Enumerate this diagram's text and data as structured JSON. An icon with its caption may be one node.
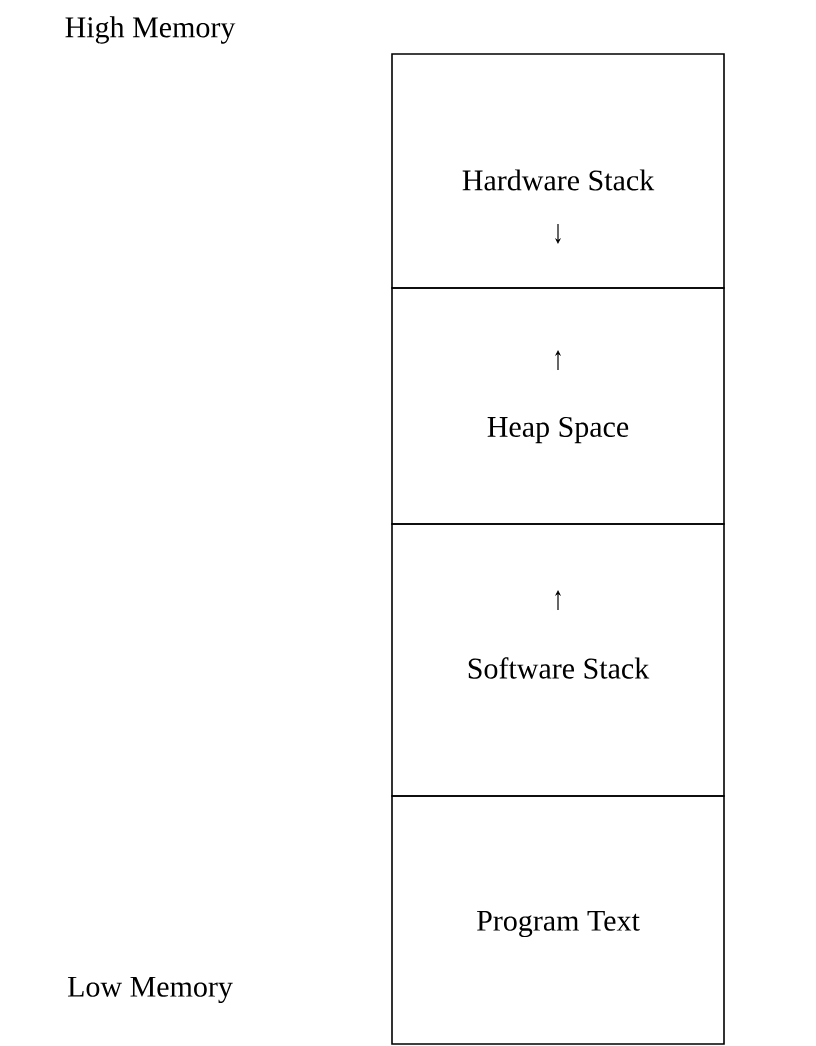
{
  "diagram": {
    "nodes": [
      {
        "text": [
          "Hardware Stack"
        ]
      },
      {
        "text": [
          "Heap Space"
        ]
      },
      {
        "text": [
          "Software Stack"
        ]
      },
      {
        "text": [
          "Program Text"
        ]
      }
    ],
    "labels": [
      "High Memory",
      "Low Memory"
    ]
  }
}
